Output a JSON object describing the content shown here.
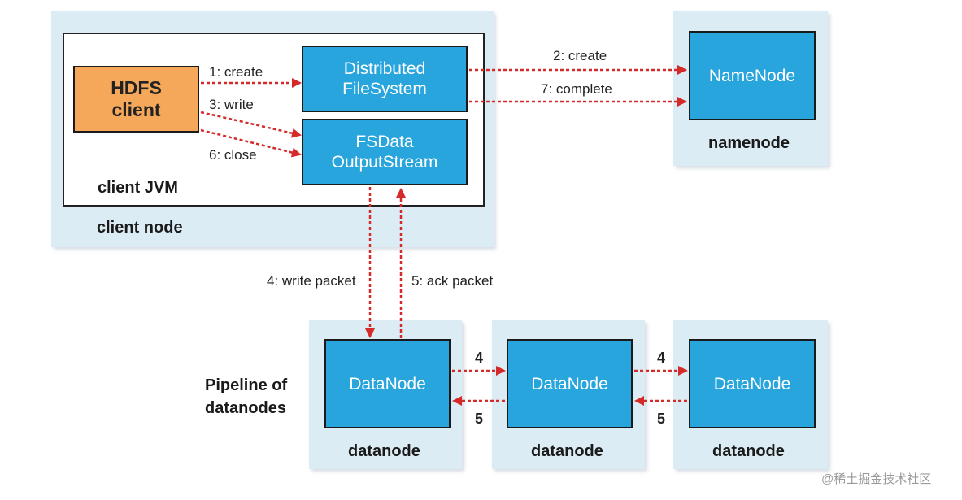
{
  "client": {
    "node_label": "client node",
    "jvm_label": "client JVM",
    "hdfs_client": "HDFS\nclient",
    "dfs": "Distributed\nFileSystem",
    "fsdata": "FSData\nOutputStream"
  },
  "namenode": {
    "box": "NameNode",
    "label": "namenode"
  },
  "pipeline": {
    "label": "Pipeline of\ndatanodes",
    "datanodes": [
      {
        "box": "DataNode",
        "label": "datanode"
      },
      {
        "box": "DataNode",
        "label": "datanode"
      },
      {
        "box": "DataNode",
        "label": "datanode"
      }
    ]
  },
  "edges": {
    "create1": "1: create",
    "write3": "3: write",
    "close6": "6: close",
    "create2": "2: create",
    "complete7": "7: complete",
    "write_packet4": "4: write packet",
    "ack_packet5": "5: ack packet",
    "p4a": "4",
    "p5a": "5",
    "p4b": "4",
    "p5b": "5"
  },
  "watermark": "@稀土掘金技术社区",
  "colors": {
    "node_bg": "#dcecf5",
    "box_blue": "#28a5dc",
    "box_orange": "#f5a85a",
    "arrow_red": "#d42a2a"
  }
}
